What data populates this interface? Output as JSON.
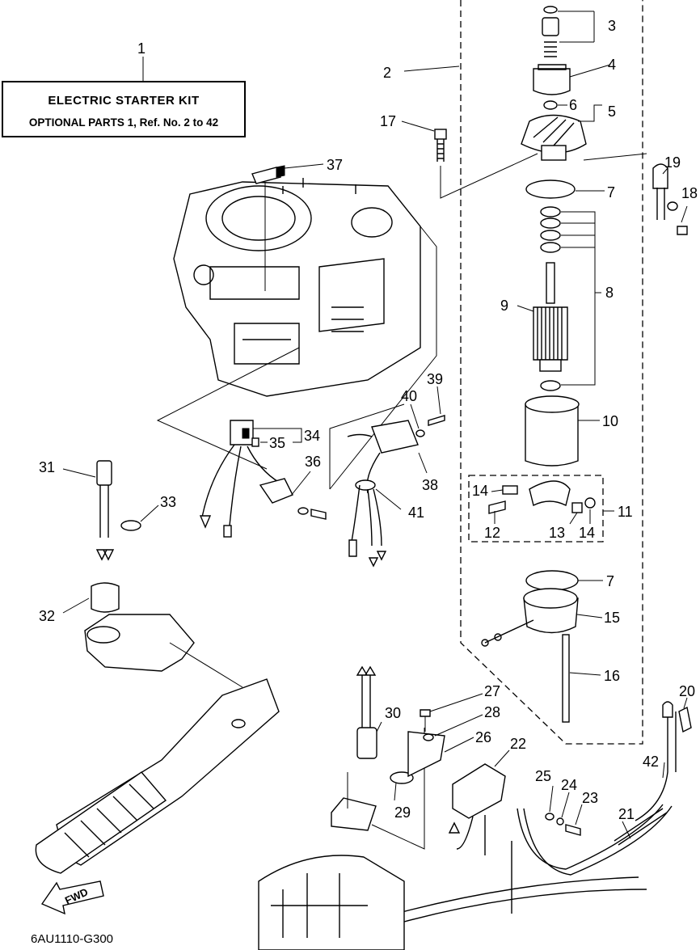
{
  "kit_box": {
    "title": "ELECTRIC  STARTER KIT",
    "subtitle": "OPTIONAL PARTS 1, Ref. No. 2 to 42"
  },
  "callouts": [
    {
      "id": "c1",
      "text": "1"
    },
    {
      "id": "c2",
      "text": "2"
    },
    {
      "id": "c3",
      "text": "3"
    },
    {
      "id": "c4",
      "text": "4"
    },
    {
      "id": "c5",
      "text": "5"
    },
    {
      "id": "c6",
      "text": "6"
    },
    {
      "id": "c7a",
      "text": "7"
    },
    {
      "id": "c8",
      "text": "8"
    },
    {
      "id": "c9",
      "text": "9"
    },
    {
      "id": "c10",
      "text": "10"
    },
    {
      "id": "c11",
      "text": "11"
    },
    {
      "id": "c12",
      "text": "12"
    },
    {
      "id": "c13",
      "text": "13"
    },
    {
      "id": "c14a",
      "text": "14"
    },
    {
      "id": "c14b",
      "text": "14"
    },
    {
      "id": "c7b",
      "text": "7"
    },
    {
      "id": "c15",
      "text": "15"
    },
    {
      "id": "c16",
      "text": "16"
    },
    {
      "id": "c17",
      "text": "17"
    },
    {
      "id": "c18",
      "text": "18"
    },
    {
      "id": "c19",
      "text": "19"
    },
    {
      "id": "c20",
      "text": "20"
    },
    {
      "id": "c21",
      "text": "21"
    },
    {
      "id": "c22",
      "text": "22"
    },
    {
      "id": "c23",
      "text": "23"
    },
    {
      "id": "c24",
      "text": "24"
    },
    {
      "id": "c25",
      "text": "25"
    },
    {
      "id": "c26",
      "text": "26"
    },
    {
      "id": "c27",
      "text": "27"
    },
    {
      "id": "c28",
      "text": "28"
    },
    {
      "id": "c29",
      "text": "29"
    },
    {
      "id": "c30",
      "text": "30"
    },
    {
      "id": "c31",
      "text": "31"
    },
    {
      "id": "c32",
      "text": "32"
    },
    {
      "id": "c33",
      "text": "33"
    },
    {
      "id": "c34",
      "text": "34"
    },
    {
      "id": "c35",
      "text": "35"
    },
    {
      "id": "c36",
      "text": "36"
    },
    {
      "id": "c37",
      "text": "37"
    },
    {
      "id": "c38",
      "text": "38"
    },
    {
      "id": "c39",
      "text": "39"
    },
    {
      "id": "c40",
      "text": "40"
    },
    {
      "id": "c41",
      "text": "41"
    },
    {
      "id": "c42",
      "text": "42"
    }
  ],
  "fwd_label": "FWD",
  "diagram_code": "6AU1110-G300"
}
